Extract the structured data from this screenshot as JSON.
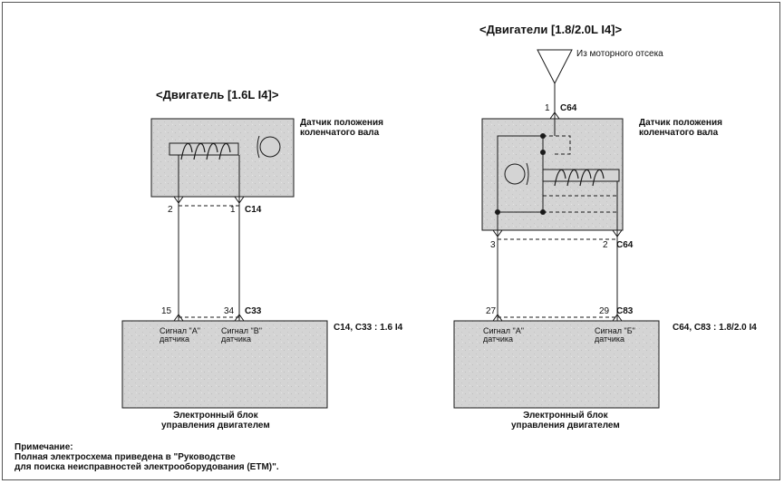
{
  "left": {
    "title": "<Двигатель [1.6L I4]>",
    "sensor_label": "Датчик положения\nколенчатого вала",
    "sensor_connector": "C14",
    "sensor_pin_a": "2",
    "sensor_pin_b": "1",
    "ecu_connector": "C33",
    "ecu_pin_a": "15",
    "ecu_pin_b": "34",
    "signal_a": "Сигнал \"А\"\nдатчика",
    "signal_b": "Сигнал \"В\"\nдатчика",
    "connector_note": "C14, C33 : 1.6 I4",
    "ecu_label": "Электронный блок\nуправления двигателем"
  },
  "right": {
    "title": "<Двигатели [1.8/2.0L I4]>",
    "source_label": "Из моторного отсека",
    "supply_pin": "1",
    "supply_connector": "C64",
    "sensor_label": "Датчик положения\nколенчатого вала",
    "sensor_connector": "C64",
    "sensor_pin_a": "3",
    "sensor_pin_b": "2",
    "ecu_connector": "C83",
    "ecu_pin_a": "27",
    "ecu_pin_b": "29",
    "signal_a": "Сигнал \"А\"\nдатчика",
    "signal_b": "Сигнал \"Б\"\nдатчика",
    "connector_note": "C64, C83 : 1.8/2.0 I4",
    "ecu_label": "Электронный блок\nуправления двигателем"
  },
  "note": {
    "heading": "Примечание:",
    "text": "Полная электросхема приведена в \"Руководстве\nдля поиска неисправностей электрооборудования (ETM)\"."
  },
  "colors": {
    "component_fill": "#d4d4d4",
    "line": "#1a1a1a"
  }
}
